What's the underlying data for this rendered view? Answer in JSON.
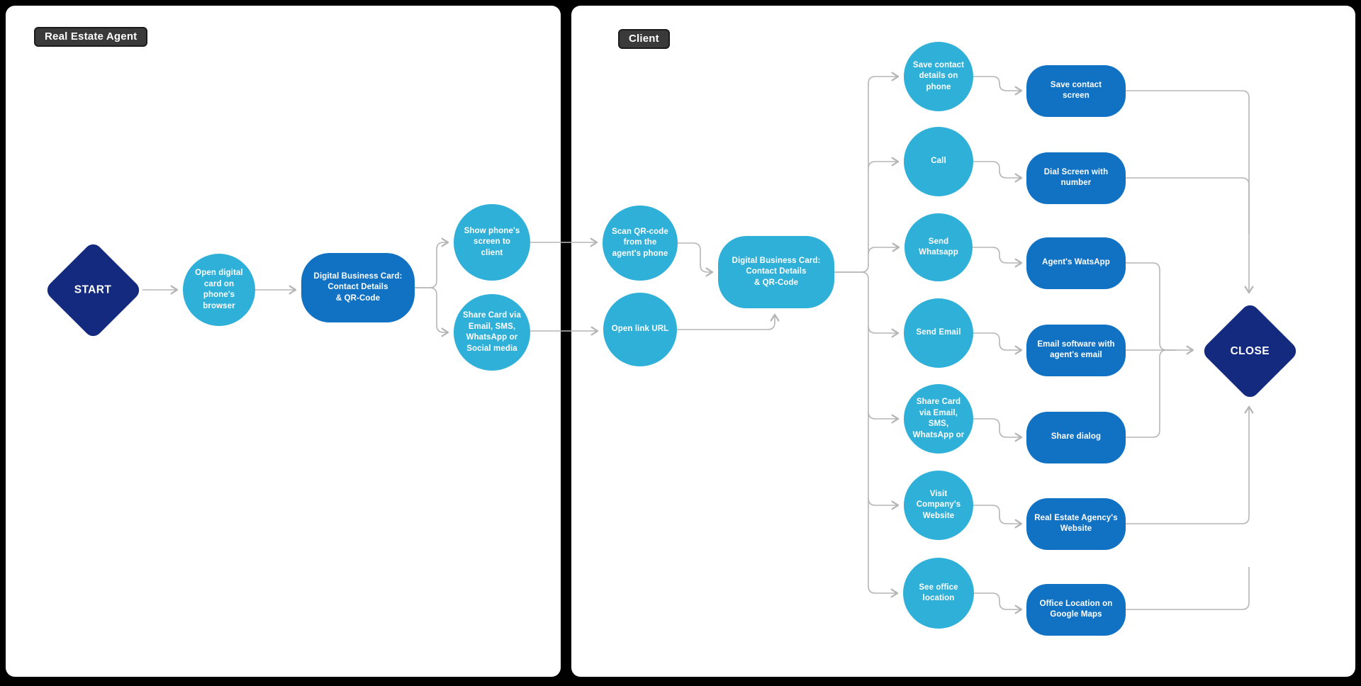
{
  "colors": {
    "navy": "#132a7e",
    "cyan": "#2fb0d8",
    "blue": "#1172c4",
    "line": "#b5b5b5",
    "badge_bg": "#3a3a3a",
    "panel_bg": "#ffffff",
    "canvas_bg": "#000000"
  },
  "panels": [
    {
      "id": "agent",
      "label": "Real Estate Agent"
    },
    {
      "id": "client",
      "label": "Client"
    }
  ],
  "nodes": [
    {
      "id": "start",
      "kind": "diamond",
      "color": "navy",
      "panel": "agent",
      "lines": [
        "START"
      ]
    },
    {
      "id": "open-digital-card",
      "kind": "circle",
      "color": "cyan",
      "panel": "agent",
      "lines": [
        "Open digital",
        "card on",
        "phone's",
        "browser"
      ]
    },
    {
      "id": "agent-card",
      "kind": "rect",
      "color": "blue",
      "panel": "agent",
      "lines": [
        "Digital Business Card:",
        "Contact Details",
        "& QR-Code"
      ]
    },
    {
      "id": "show-screen",
      "kind": "circle",
      "color": "cyan",
      "panel": "agent",
      "lines": [
        "Show phone's",
        "screen to",
        "client"
      ]
    },
    {
      "id": "share-card",
      "kind": "circle",
      "color": "cyan",
      "panel": "agent",
      "lines": [
        "Share Card via",
        "Email, SMS,",
        "WhatsApp or",
        "Social media"
      ]
    },
    {
      "id": "scan-qr",
      "kind": "circle",
      "color": "cyan",
      "panel": "client",
      "lines": [
        "Scan QR-code",
        "from the",
        "agent's phone"
      ]
    },
    {
      "id": "open-link",
      "kind": "circle",
      "color": "cyan",
      "panel": "client",
      "lines": [
        "Open link URL"
      ]
    },
    {
      "id": "client-card",
      "kind": "rect",
      "color": "cyan",
      "panel": "client",
      "lines": [
        "Digital Business Card:",
        "Contact Details",
        "& QR-Code"
      ]
    },
    {
      "id": "save-contact",
      "kind": "circle",
      "color": "cyan",
      "panel": "client",
      "lines": [
        "Save contact",
        "details on",
        "phone"
      ]
    },
    {
      "id": "call",
      "kind": "circle",
      "color": "cyan",
      "panel": "client",
      "lines": [
        "Call"
      ]
    },
    {
      "id": "send-whatsapp",
      "kind": "circle",
      "color": "cyan",
      "panel": "client",
      "lines": [
        "Send",
        "Whatsapp"
      ]
    },
    {
      "id": "send-email",
      "kind": "circle",
      "color": "cyan",
      "panel": "client",
      "lines": [
        "Send Email"
      ]
    },
    {
      "id": "share-card-client",
      "kind": "circle",
      "color": "cyan",
      "panel": "client",
      "lines": [
        "Share Card",
        "via Email,",
        "SMS,",
        "WhatsApp or"
      ]
    },
    {
      "id": "visit-website",
      "kind": "circle",
      "color": "cyan",
      "panel": "client",
      "lines": [
        "Visit",
        "Company's",
        "Website"
      ]
    },
    {
      "id": "see-office",
      "kind": "circle",
      "color": "cyan",
      "panel": "client",
      "lines": [
        "See office",
        "location"
      ]
    },
    {
      "id": "save-contact-screen",
      "kind": "rect",
      "color": "blue",
      "panel": "client",
      "lines": [
        "Save contact",
        "screen"
      ]
    },
    {
      "id": "dial-screen",
      "kind": "rect",
      "color": "blue",
      "panel": "client",
      "lines": [
        "Dial Screen with",
        "number"
      ]
    },
    {
      "id": "agents-whatsapp",
      "kind": "rect",
      "color": "blue",
      "panel": "client",
      "lines": [
        "Agent's WatsApp"
      ]
    },
    {
      "id": "email-software",
      "kind": "rect",
      "color": "blue",
      "panel": "client",
      "lines": [
        "Email software with",
        "agent's email"
      ]
    },
    {
      "id": "share-dialog",
      "kind": "rect",
      "color": "blue",
      "panel": "client",
      "lines": [
        "Share dialog"
      ]
    },
    {
      "id": "agency-website",
      "kind": "rect",
      "color": "blue",
      "panel": "client",
      "lines": [
        "Real Estate Agency's",
        "Website"
      ]
    },
    {
      "id": "office-location",
      "kind": "rect",
      "color": "blue",
      "panel": "client",
      "lines": [
        "Office Location on",
        "Google Maps"
      ]
    },
    {
      "id": "close",
      "kind": "diamond",
      "color": "navy",
      "panel": "client",
      "lines": [
        "CLOSE"
      ]
    }
  ],
  "edges": [
    {
      "from": "start",
      "to": "open-digital-card"
    },
    {
      "from": "open-digital-card",
      "to": "agent-card"
    },
    {
      "from": "agent-card",
      "to": "show-screen"
    },
    {
      "from": "agent-card",
      "to": "share-card"
    },
    {
      "from": "show-screen",
      "to": "scan-qr"
    },
    {
      "from": "share-card",
      "to": "open-link"
    },
    {
      "from": "scan-qr",
      "to": "client-card"
    },
    {
      "from": "open-link",
      "to": "client-card"
    },
    {
      "from": "client-card",
      "to": "save-contact"
    },
    {
      "from": "client-card",
      "to": "call"
    },
    {
      "from": "client-card",
      "to": "send-whatsapp"
    },
    {
      "from": "client-card",
      "to": "send-email"
    },
    {
      "from": "client-card",
      "to": "share-card-client"
    },
    {
      "from": "client-card",
      "to": "visit-website"
    },
    {
      "from": "client-card",
      "to": "see-office"
    },
    {
      "from": "save-contact",
      "to": "save-contact-screen"
    },
    {
      "from": "call",
      "to": "dial-screen"
    },
    {
      "from": "send-whatsapp",
      "to": "agents-whatsapp"
    },
    {
      "from": "send-email",
      "to": "email-software"
    },
    {
      "from": "share-card-client",
      "to": "share-dialog"
    },
    {
      "from": "visit-website",
      "to": "agency-website"
    },
    {
      "from": "see-office",
      "to": "office-location"
    },
    {
      "from": "save-contact-screen",
      "to": "close"
    },
    {
      "from": "dial-screen",
      "to": "close"
    },
    {
      "from": "agents-whatsapp",
      "to": "close"
    },
    {
      "from": "email-software",
      "to": "close"
    },
    {
      "from": "share-dialog",
      "to": "close"
    },
    {
      "from": "agency-website",
      "to": "close"
    },
    {
      "from": "office-location",
      "to": "close"
    }
  ]
}
